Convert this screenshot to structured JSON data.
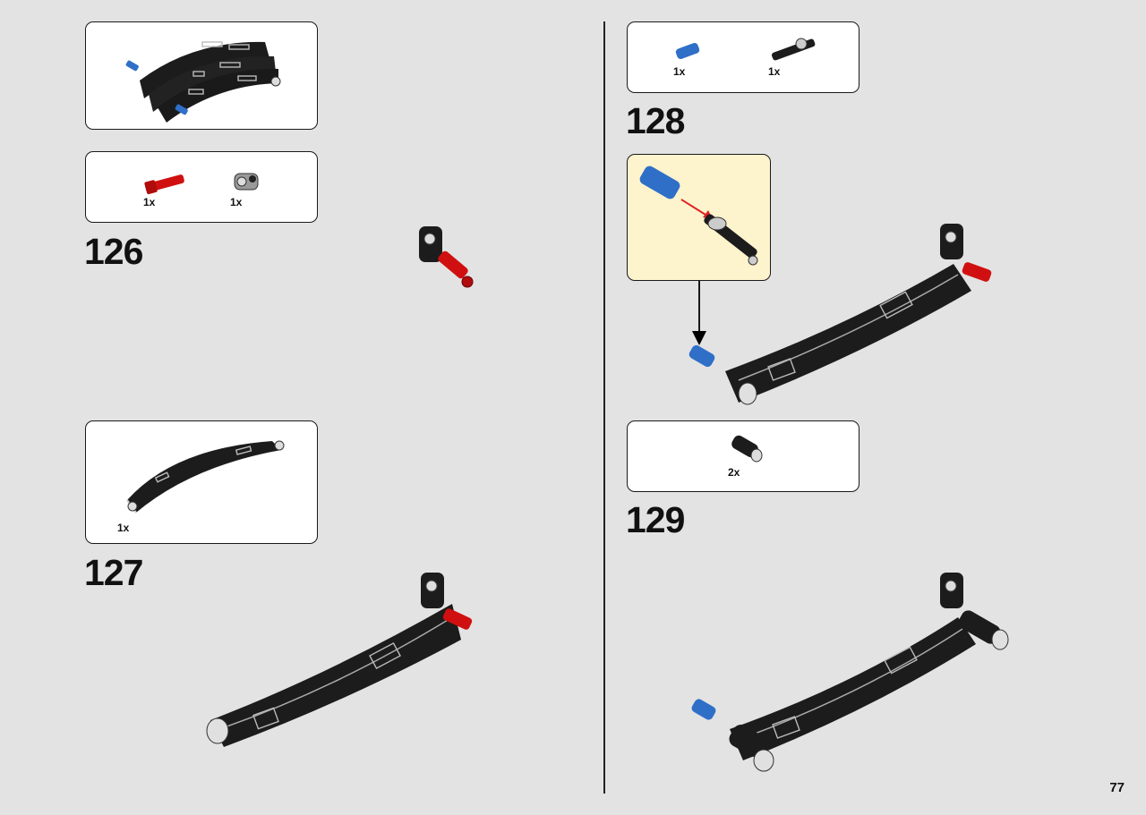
{
  "page": {
    "number": "77"
  },
  "steps": {
    "s126": {
      "number": "126",
      "parts": [
        {
          "qty": "1x",
          "icon": "red-pin-icon"
        },
        {
          "qty": "1x",
          "icon": "gray-connector-icon"
        }
      ]
    },
    "s127": {
      "number": "127",
      "parts": [
        {
          "qty": "1x",
          "icon": "curved-panel-icon"
        }
      ]
    },
    "s128": {
      "number": "128",
      "parts": [
        {
          "qty": "1x",
          "icon": "blue-pin-icon"
        },
        {
          "qty": "1x",
          "icon": "black-axle-pin-icon"
        }
      ]
    },
    "s129": {
      "number": "129",
      "parts": [
        {
          "qty": "2x",
          "icon": "black-bush-icon"
        }
      ]
    }
  },
  "colors": {
    "brick_black": "#1c1c1c",
    "pin_red": "#d01010",
    "pin_blue": "#2f6fc8",
    "callout_bg": "#fdf3cc",
    "arrow_red": "#e02020"
  }
}
